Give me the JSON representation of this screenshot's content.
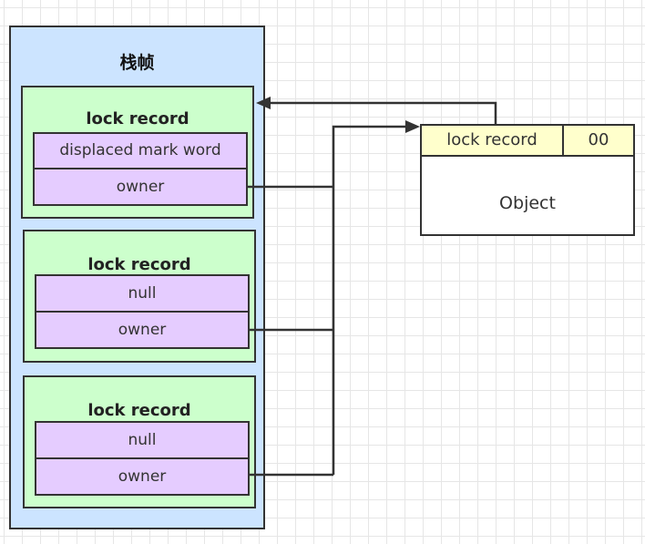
{
  "stack_frame": {
    "title": "栈帧",
    "lock_records": [
      {
        "title": "lock record",
        "fields": [
          "displaced mark word",
          "owner"
        ]
      },
      {
        "title": "lock record",
        "fields": [
          "null",
          "owner"
        ]
      },
      {
        "title": "lock record",
        "fields": [
          "null",
          "owner"
        ]
      }
    ]
  },
  "object": {
    "header_label": "lock record",
    "header_bits": "00",
    "label": "Object"
  },
  "colors": {
    "frame": "#cce4ff",
    "lock_record": "#ccffcc",
    "field": "#e5ccff",
    "object_header": "#ffffcc",
    "stroke": "#333333"
  }
}
